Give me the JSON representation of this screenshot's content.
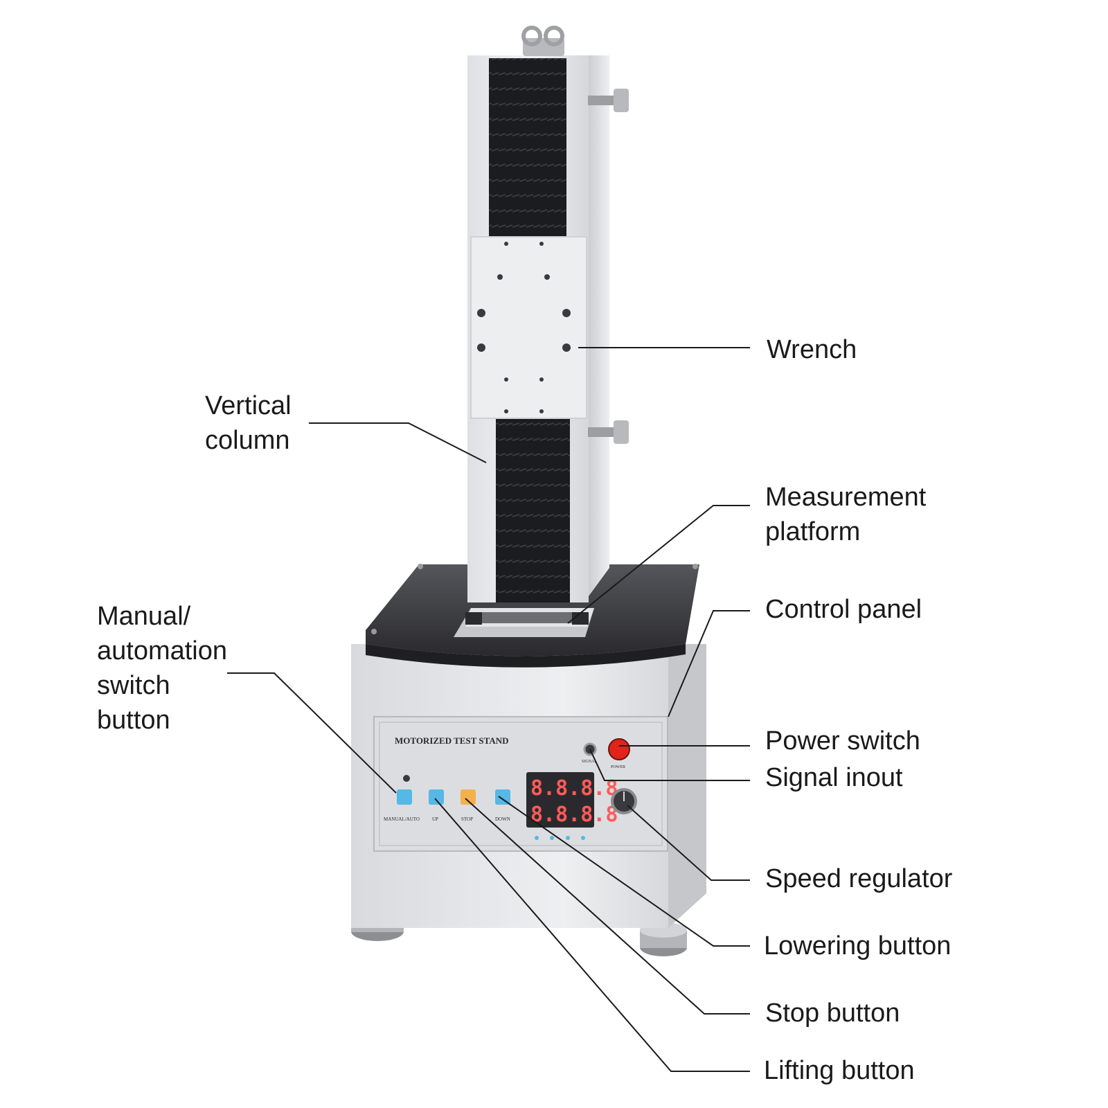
{
  "labels": {
    "wrench": "Wrench",
    "vertical_column": [
      "Vertical",
      "column"
    ],
    "measurement_platform": [
      "Measurement",
      "platform"
    ],
    "control_panel": "Control panel",
    "manual_switch": [
      "Manual/",
      "automation",
      "switch",
      "button"
    ],
    "power_switch": "Power switch",
    "signal_input": "Signal inout",
    "speed_regulator": "Speed regulator",
    "lowering_button": "Lowering button",
    "stop_button": "Stop button",
    "lifting_button": "Lifting button"
  },
  "panel": {
    "title": "MOTORIZED TEST STAND",
    "button_labels": [
      "MANUAL/AUTO",
      "UP",
      "STOP",
      "DOWN"
    ],
    "power_label": "POWER",
    "signal_label": "SIGNAL",
    "display_rows": [
      "8.8.8.8",
      "8.8.8.8"
    ]
  },
  "colors": {
    "column": "#e9eaec",
    "bellows": "#1b1c20",
    "base_top": "#3a3a3e",
    "base_body": "#e6e7e9",
    "panel_bg": "#dcdde0",
    "button_blue": "#55b8e6",
    "button_orange": "#f3b04b",
    "power_red": "#e0241b",
    "display": "#2a2a2e"
  }
}
